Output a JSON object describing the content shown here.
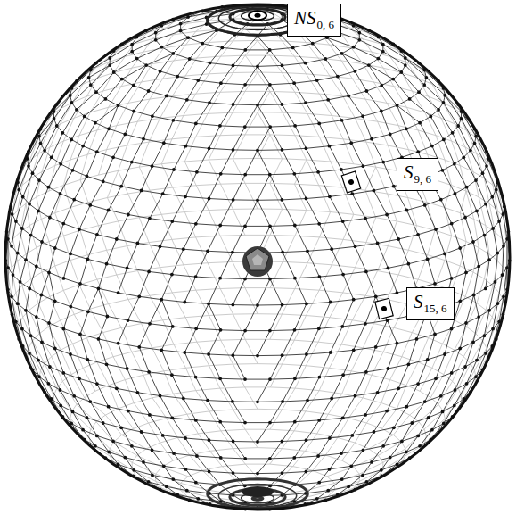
{
  "diagram": {
    "nodes": [
      {
        "text": [
          "NS",
          "0, 6"
        ]
      },
      {
        "text": [
          "S",
          "9, 6"
        ]
      },
      {
        "text": [
          "S",
          "15, 6"
        ]
      }
    ]
  }
}
